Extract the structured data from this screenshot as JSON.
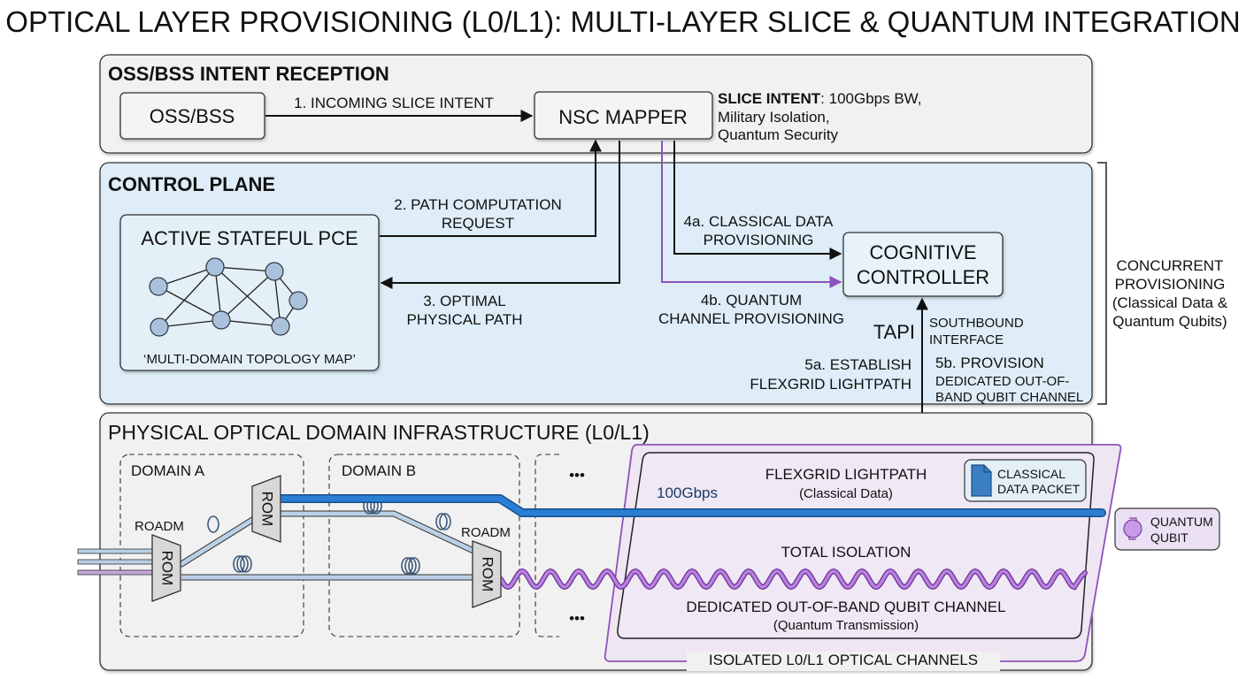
{
  "title": "OPTICAL LAYER PROVISIONING (L0/L1): MULTI-LAYER SLICE & QUANTUM INTEGRATION",
  "colors": {
    "panel_gray": "#f1f1f1",
    "panel_blue": "#deedf7",
    "node_fill": "#a9c2dc",
    "classical_blue": "#1f6fc4",
    "quantum_purple": "#9a5cc6",
    "isolation_fill": "#efe6f4",
    "fiber_light": "#b9d0e6"
  },
  "oss_panel": {
    "title": "OSS/BSS INTENT RECEPTION",
    "oss_box": "OSS/BSS",
    "arrow1_label": "1. INCOMING SLICE INTENT",
    "nsc_box": "NSC MAPPER",
    "intent_bold": "SLICE INTENT",
    "intent_line1": ": 100Gbps BW,",
    "intent_line2": "Military Isolation,",
    "intent_line3": "Quantum Security"
  },
  "control_panel": {
    "title": "CONTROL PLANE",
    "pce_box": "ACTIVE STATEFUL PCE",
    "topology_caption": "‘MULTI-DOMAIN TOPOLOGY MAP’",
    "arrow2_line1": "2. PATH COMPUTATION",
    "arrow2_line2": "REQUEST",
    "arrow3_line1": "3. OPTIMAL",
    "arrow3_line2": "PHYSICAL PATH",
    "arrow4a_line1": "4a. CLASSICAL DATA",
    "arrow4a_line2": "PROVISIONING",
    "arrow4b_line1": "4b. QUANTUM",
    "arrow4b_line2": "CHANNEL PROVISIONING",
    "cognitive_line1": "COGNITIVE",
    "cognitive_line2": "CONTROLLER",
    "tapi": "TAPI",
    "southbound_line1": "SOUTHBOUND",
    "southbound_line2": "INTERFACE",
    "step5a_line1": "5a. ESTABLISH",
    "step5a_line2": "FLEXGRID LIGHTPATH",
    "step5b_line1": "5b. PROVISION",
    "step5b_line2": "DEDICATED OUT-OF-",
    "step5b_line3": "BAND QUBIT CHANNEL"
  },
  "concurrent": {
    "line1": "CONCURRENT",
    "line2": "PROVISIONING",
    "line3": "(Classical Data &",
    "line4": "Quantum Qubits)"
  },
  "physical_panel": {
    "title": "PHYSICAL OPTICAL DOMAIN INFRASTRUCTURE (L0/L1)",
    "domain_a": "DOMAIN A",
    "domain_b": "DOMAIN B",
    "ellipsis": "•••",
    "roadm_label": "ROADM",
    "rom_label": "ROM",
    "bandwidth": "100Gbps",
    "flexgrid_line1": "FLEXGRID LIGHTPATH",
    "flexgrid_line2": "(Classical Data)",
    "packet_line1": "CLASSICAL",
    "packet_line2": "DATA PACKET",
    "total_isolation": "TOTAL ISOLATION",
    "qubit_channel_line1": "DEDICATED OUT-OF-BAND QUBIT CHANNEL",
    "qubit_channel_line2": "(Quantum Transmission)",
    "isolated_caption": "ISOLATED L0/L1 OPTICAL CHANNELS"
  },
  "legend_qubit": {
    "line1": "QUANTUM",
    "line2": "QUBIT"
  }
}
